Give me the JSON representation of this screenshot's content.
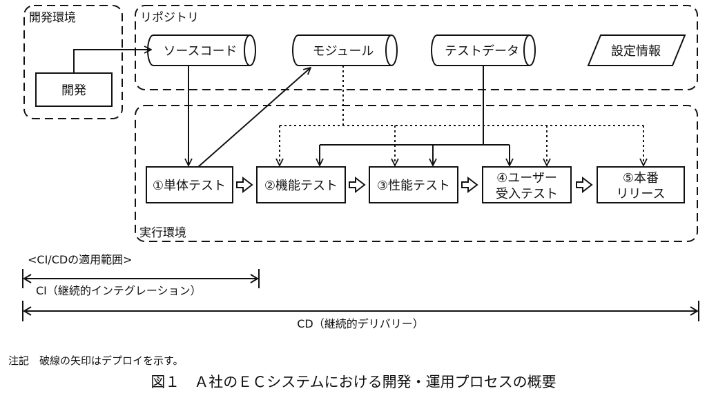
{
  "regions": {
    "dev_env": "開発環境",
    "repository": "リポジトリ",
    "exec_env": "実行環境"
  },
  "repo_items": {
    "source_code": "ソースコード",
    "module": "モジュール",
    "test_data": "テストデータ",
    "config_info": "設定情報"
  },
  "dev_box": "開発",
  "stages": {
    "s1": "①単体テスト",
    "s2": "②機能テスト",
    "s3": "③性能テスト",
    "s4_line1": "④ユーザー",
    "s4_line2": "受入テスト",
    "s5_line1": "⑤本番",
    "s5_line2": "リリース"
  },
  "scope": {
    "title": "<CI/CDの適用範囲>",
    "ci": "CI（継続的インテグレーション）",
    "cd": "CD（継続的デリバリー）"
  },
  "note": "注記　破線の矢印はデプロイを示す。",
  "caption": "図１　Ａ社のＥＣシステムにおける開発・運用プロセスの概要",
  "colors": {
    "line": "#111111",
    "background": "#ffffff"
  }
}
